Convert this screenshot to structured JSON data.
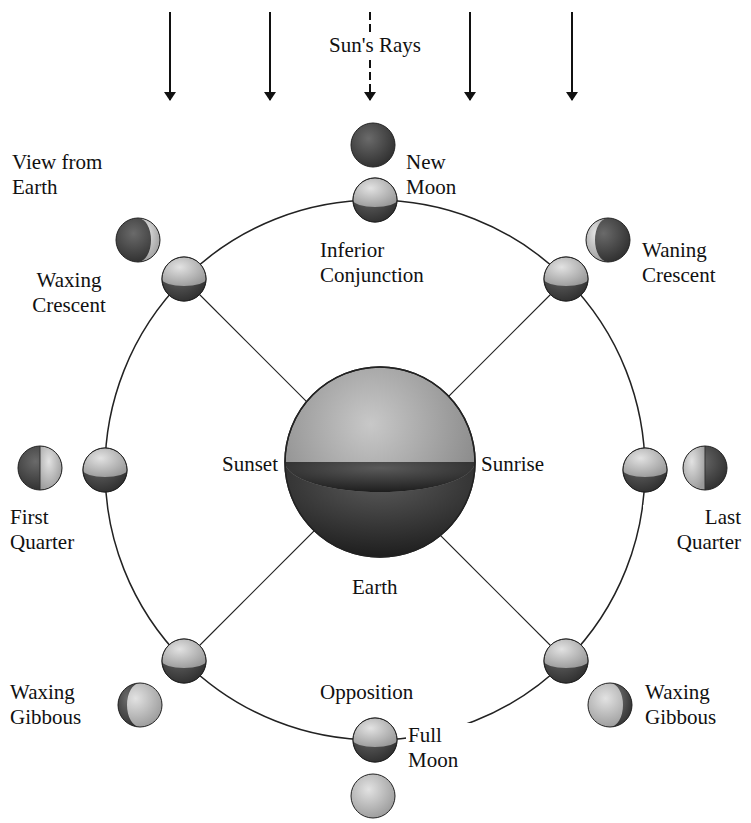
{
  "diagram": {
    "labels": [
      "Sun's Rays",
      "New Moon",
      "Inferior Conjunction",
      "View from Earth",
      "Waxing Crescent",
      "Waning Crescent",
      "Sunset",
      "Sunrise",
      "First Quarter",
      "Last Quarter",
      "Earth",
      "Waxing Gibbous",
      "Opposition",
      "Waxing Gibbous",
      "Full Moon"
    ]
  }
}
